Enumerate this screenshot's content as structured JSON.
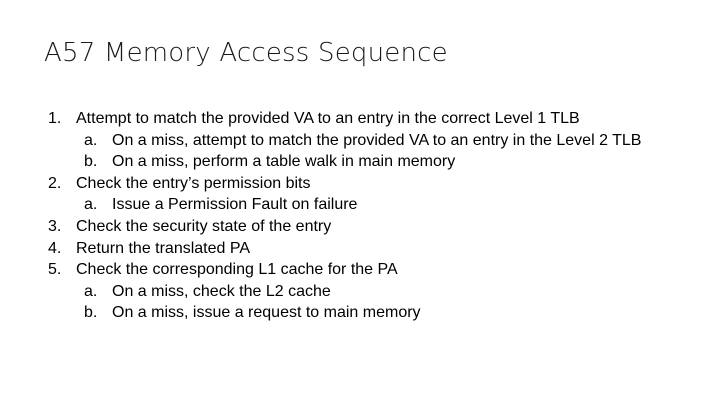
{
  "slide": {
    "title": "A57 Memory Access Sequence",
    "items": [
      {
        "marker": "1.",
        "text": "Attempt to match the provided VA to an entry in the correct Level 1 TLB",
        "subitems": [
          {
            "marker": "a.",
            "text": "On a miss, attempt to match the provided VA to an entry in the Level 2 TLB"
          },
          {
            "marker": "b.",
            "text": "On a miss, perform a table walk in main memory"
          }
        ]
      },
      {
        "marker": "2.",
        "text": "Check the entry’s permission bits",
        "subitems": [
          {
            "marker": "a.",
            "text": "Issue a Permission Fault on failure"
          }
        ]
      },
      {
        "marker": "3.",
        "text": "Check the security state of the entry",
        "subitems": []
      },
      {
        "marker": "4.",
        "text": "Return the translated PA",
        "subitems": []
      },
      {
        "marker": "5.",
        "text": "Check the corresponding L1 cache for the PA",
        "subitems": [
          {
            "marker": "a.",
            "text": "On a miss, check the L2 cache"
          },
          {
            "marker": "b.",
            "text": "On a miss, issue a request to main memory"
          }
        ]
      }
    ]
  }
}
